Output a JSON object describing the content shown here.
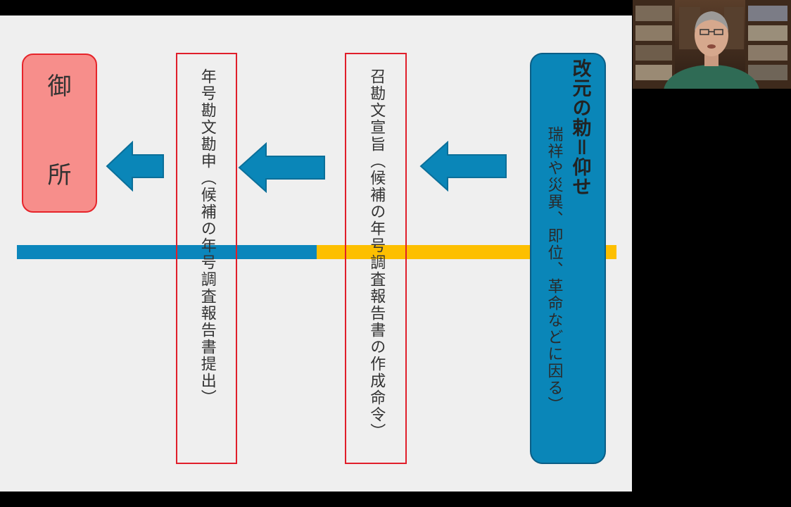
{
  "slide": {
    "gosho": {
      "chars": [
        "御",
        "所"
      ]
    },
    "kanmon_box": {
      "text": "年号勘文勘申（候補の年号調査報告書提出）"
    },
    "senji_box": {
      "text": "召勘文宣旨（候補の年号調査報告書の作成命令）"
    },
    "chokugi_box": {
      "title": "改元の勅＝仰せ",
      "subtitle": "瑞祥や災異、即位、革命などに因る）"
    },
    "timeline_colors": {
      "left": "#0b86bc",
      "right": "#fdbf00"
    },
    "arrow_color": "#0a86b8"
  },
  "camera_feed": {
    "icon": "presenter-video-icon"
  }
}
